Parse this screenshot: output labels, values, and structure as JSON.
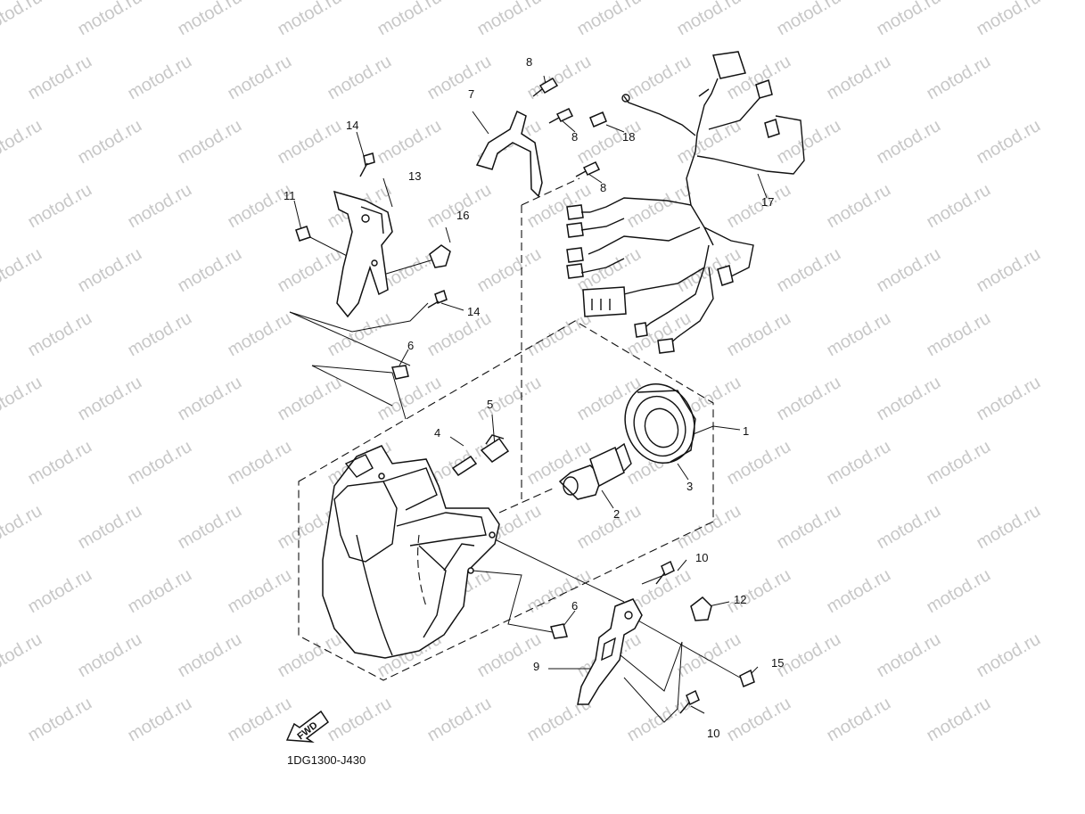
{
  "watermark": "motod.ru",
  "diagram_code": "1DG1300-J430",
  "fwd_label": "FWD",
  "callouts": [
    "1",
    "2",
    "3",
    "4",
    "5",
    "6",
    "6",
    "7",
    "8",
    "8",
    "8",
    "9",
    "10",
    "10",
    "11",
    "12",
    "13",
    "14",
    "14",
    "15",
    "16",
    "17",
    "18"
  ]
}
